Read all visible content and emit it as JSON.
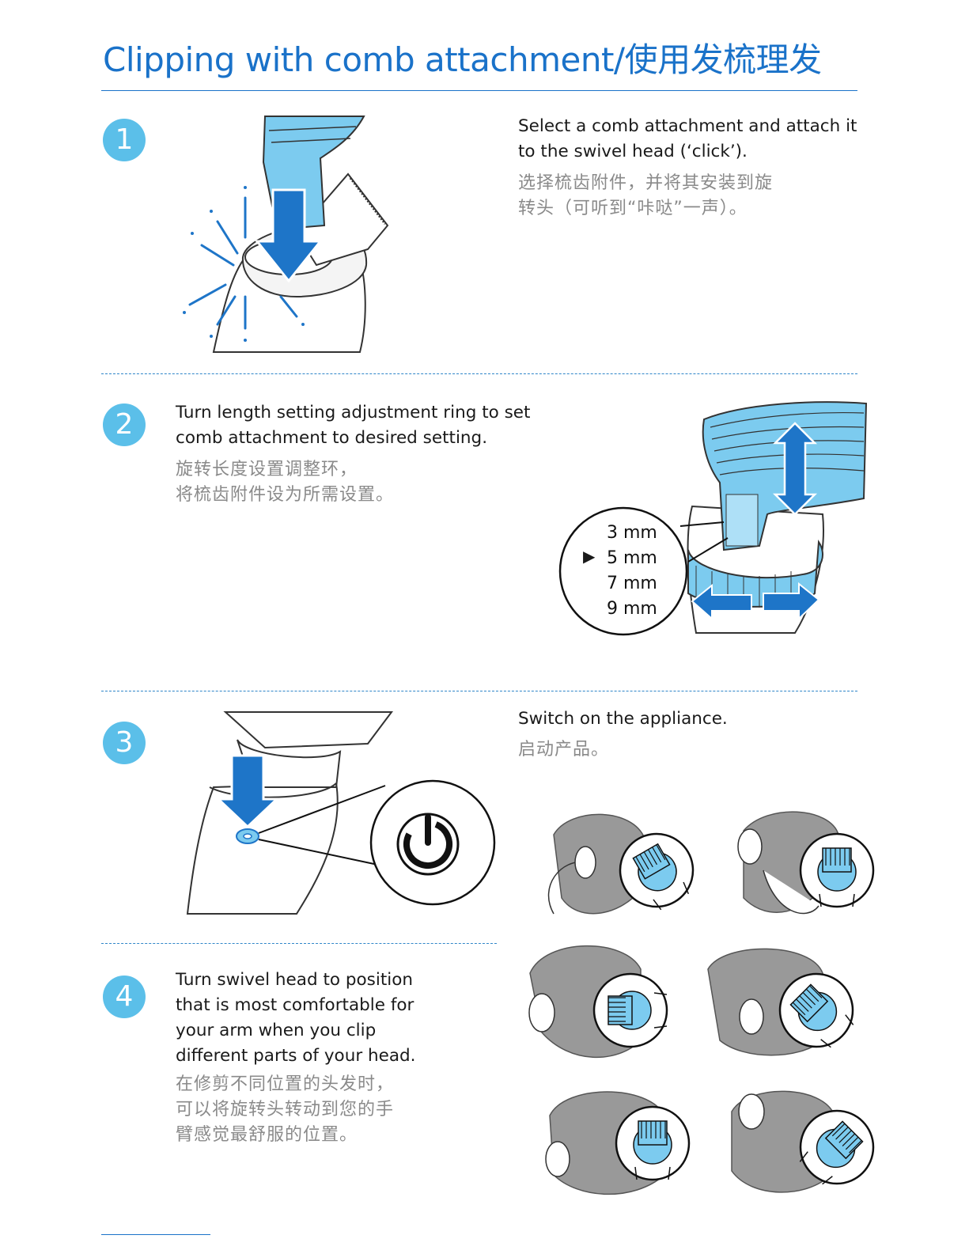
{
  "title": "Clipping with comb attachment/使用发梳理发",
  "colors": {
    "accent": "#1a72c9",
    "badge": "#5bbfe9",
    "comb": "#7ccbef",
    "arrow": "#1e75c8"
  },
  "steps": [
    {
      "number": "1",
      "en": "Select a comb attachment and attach it\nto the swivel head (‘click’).",
      "zh": "选择梳齿附件，并将其安装到旋\n转头（可听到“咔哒”一声）。"
    },
    {
      "number": "2",
      "en": "Turn length setting adjustment ring to set\ncomb attachment to desired setting.",
      "zh": "旋转长度设置调整环，\n将梳齿附件设为所需设置。",
      "settings": [
        "3 mm",
        "5 mm",
        "7 mm",
        "9 mm"
      ],
      "selected_marker": "▶"
    },
    {
      "number": "3",
      "en": "Switch on the appliance.",
      "zh": "启动产品。"
    },
    {
      "number": "4",
      "en": "Turn swivel head to position\nthat is most comfortable for\nyour arm when you clip\ndifferent parts of your head.",
      "zh": "在修剪不同位置的头发时，\n可以将旋转头转动到您的手\n臂感觉最舒服的位置。"
    }
  ],
  "icons": {
    "step1": "trimmer-comb-attach-illustration",
    "step2": "length-ring-illustration",
    "step3": "power-button-icon",
    "step4": "head-positions-illustration"
  }
}
